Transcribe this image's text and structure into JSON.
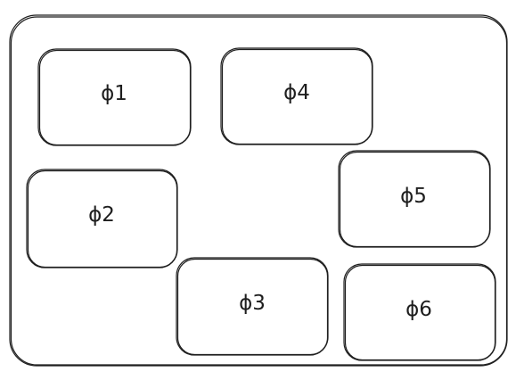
{
  "diagram": {
    "stroke_color": "#1e1e1e",
    "background": "#ffffff",
    "boxes": [
      {
        "id": "phi1",
        "label": "ϕ1"
      },
      {
        "id": "phi2",
        "label": "ϕ2"
      },
      {
        "id": "phi3",
        "label": "ϕ3"
      },
      {
        "id": "phi4",
        "label": "ϕ4"
      },
      {
        "id": "phi5",
        "label": "ϕ5"
      },
      {
        "id": "phi6",
        "label": "ϕ6"
      }
    ]
  }
}
